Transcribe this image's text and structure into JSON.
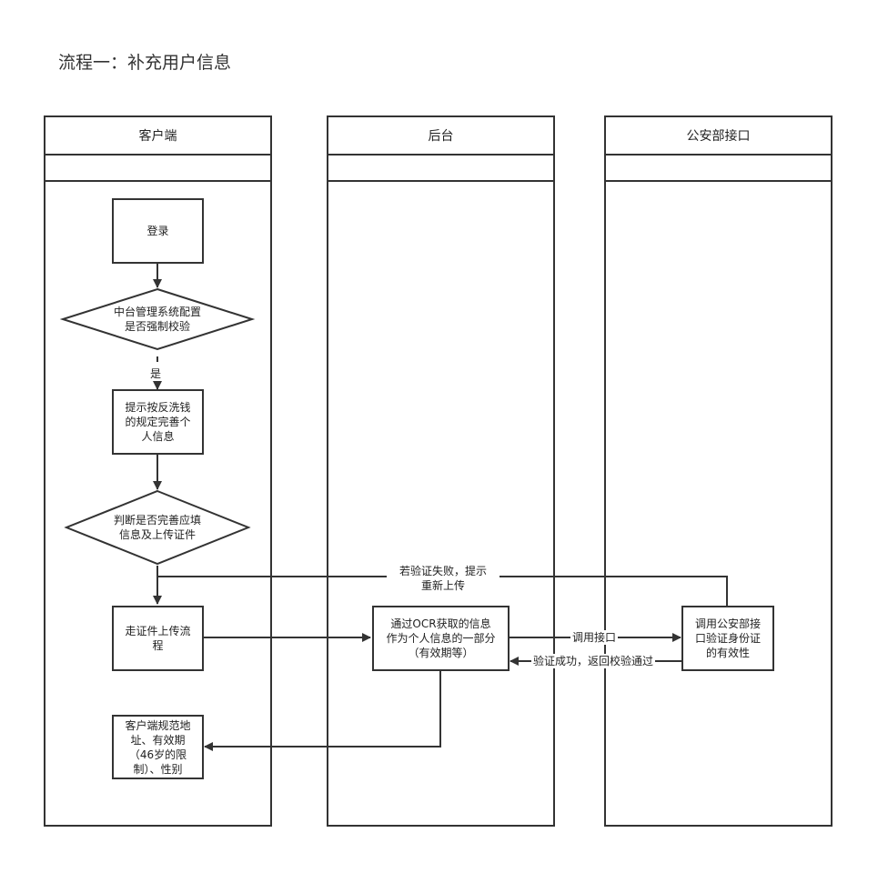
{
  "title": "流程一：补充用户信息",
  "lanes": {
    "client": "客户端",
    "backend": "后台",
    "police": "公安部接口"
  },
  "nodes": {
    "login": "登录",
    "config_check": [
      "中台管理系统配置",
      "是否强制校验"
    ],
    "prompt": [
      "提示按反洗钱",
      "的规定完善个",
      "人信息"
    ],
    "judge": [
      "判断是否完善应填",
      "信息及上传证件"
    ],
    "upload_flow": [
      "走证件上传流",
      "程"
    ],
    "ocr_info": [
      "通过OCR获取的信息",
      "作为个人信息的一部分",
      "（有效期等）"
    ],
    "police_verify": [
      "调用公安部接",
      "口验证身份证",
      "的有效性"
    ],
    "client_rules": [
      "客户端规范地",
      "址、有效期",
      "（46岁的限",
      "制）、性别"
    ]
  },
  "edges": {
    "yes": "是",
    "fail": [
      "若验证失败，提示",
      "重新上传"
    ],
    "call_api": "调用接口",
    "success": "验证成功，返回校验通过"
  }
}
